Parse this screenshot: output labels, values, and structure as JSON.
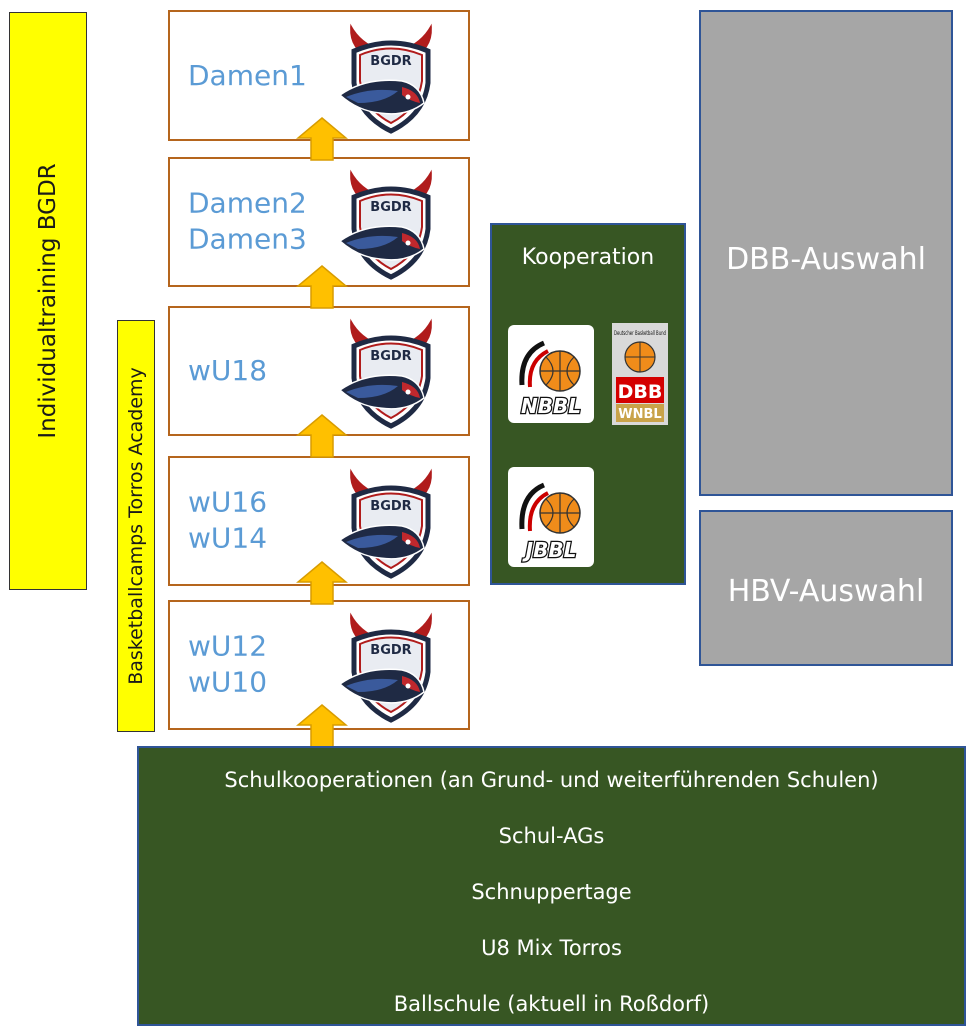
{
  "left_bar": {
    "label": "Individualtraining BGDR"
  },
  "camp_bar": {
    "label": "Basketballcamps Torros Academy"
  },
  "teams": [
    {
      "lines": [
        "Damen1"
      ],
      "logo": "bgdr-bull-logo"
    },
    {
      "lines": [
        "Damen2",
        "Damen3"
      ],
      "logo": "bgdr-bull-logo"
    },
    {
      "lines": [
        "wU18"
      ],
      "logo": "bgdr-bull-logo"
    },
    {
      "lines": [
        "wU16",
        "wU14"
      ],
      "logo": "bgdr-bull-logo"
    },
    {
      "lines": [
        "wU12",
        "wU10"
      ],
      "logo": "bgdr-bull-logo"
    }
  ],
  "logo_text": "BGDR",
  "kooperation": {
    "title": "Kooperation",
    "logos": [
      {
        "name": "nbbl-logo",
        "text": "NBBL"
      },
      {
        "name": "dbb-wnbl-logo",
        "top_text": "Deutscher Basketball Bund",
        "text": "DBB",
        "sub_text": "WNBL"
      },
      {
        "name": "jbbl-logo",
        "text": "JBBL"
      }
    ]
  },
  "dbb_auswahl": {
    "label": "DBB-Auswahl"
  },
  "hbv_auswahl": {
    "label": "HBV-Auswahl"
  },
  "bottom": {
    "items": [
      "Schulkooperationen (an Grund- und weiterführenden Schulen)",
      "Schul-AGs",
      "Schnuppertage",
      "U8 Mix Torros",
      "Ballschule (aktuell in Roßdorf)"
    ]
  },
  "colors": {
    "yellow": "#ffff00",
    "team_border": "#b5651d",
    "team_text": "#5b9bd5",
    "arrow": "#ffc000",
    "green": "#375623",
    "grey": "#a6a6a6",
    "blue_border": "#2f5597"
  }
}
